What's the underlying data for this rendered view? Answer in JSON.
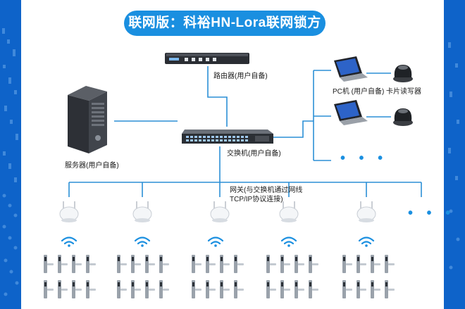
{
  "title": "联网版：科裕HN-Lora联网锁方案",
  "labels": {
    "router": "路由器(用户自备)",
    "server": "服务器(用户自备)",
    "switch": "交换机(用户自备)",
    "pc": "PC机 (用户自备)",
    "card_reader": "卡片读写器",
    "gateway": "网关(与交换机通过网线TCP/IP协议连接)"
  },
  "more_symbol": "• • •",
  "colors": {
    "frame": "#0e63c9",
    "accent": "#1a8fe0",
    "line": "#2b8fd6"
  }
}
